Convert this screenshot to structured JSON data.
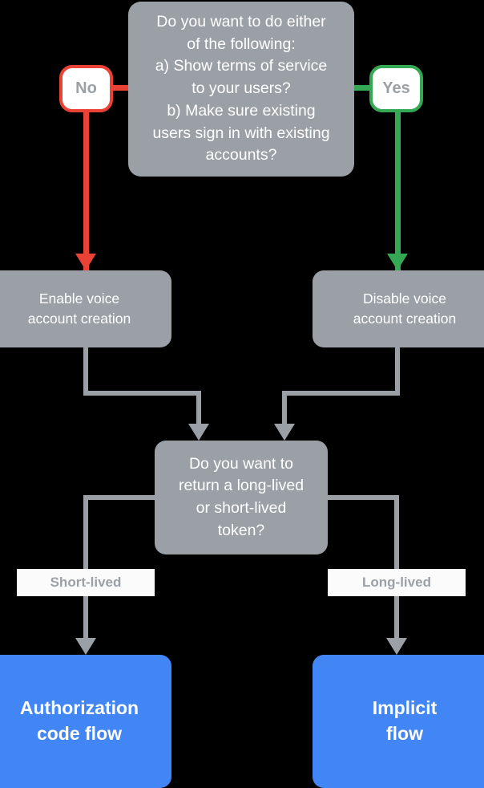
{
  "diagram": {
    "title": "Account linking flow decision chart",
    "background": "#000000",
    "colors": {
      "gray": "#9aa0a6",
      "blue": "#4285f4",
      "red": "#ea4335",
      "green": "#34a853",
      "white": "#ffffff",
      "chip_bg": "#fbfbfb"
    },
    "nodes": {
      "decision_one": "Do you want to do either\nof the following:\na) Show terms of service\nto your users?\nb) Make sure existing\nusers sign in with existing\naccounts?",
      "decision_two": "Do you want to\nreturn a long-lived\nor short-lived\ntoken?",
      "enable_box": "Enable voice\naccount creation",
      "disable_box": "Disable voice\naccount creation",
      "auth_flow_box": "Authorization\ncode flow",
      "implicit_flow_box": "Implicit\nflow"
    },
    "branch_labels": {
      "no": "No",
      "yes": "Yes",
      "short_lived": "Short-lived",
      "long_lived": "Long-lived"
    }
  }
}
